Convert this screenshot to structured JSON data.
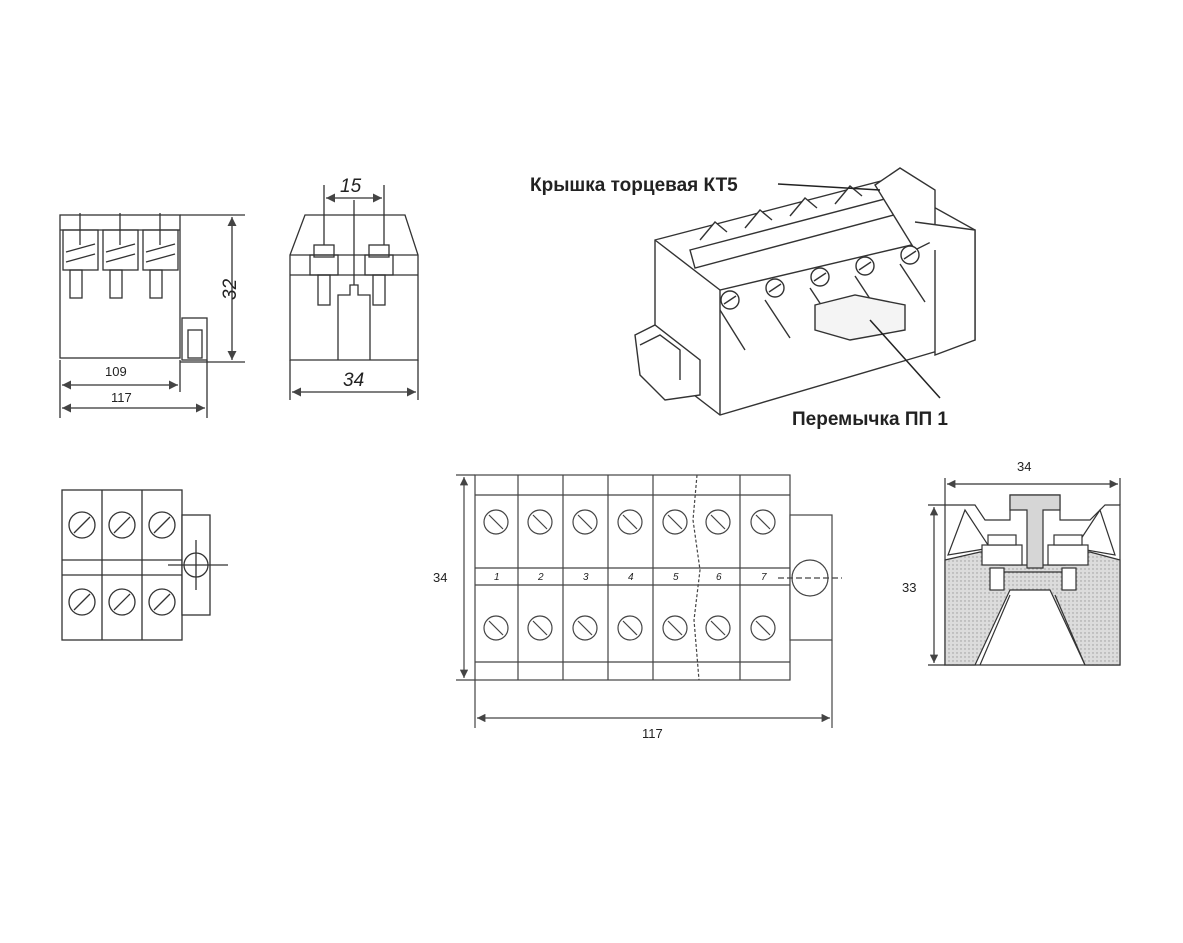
{
  "labels": {
    "end_cover": "Крышка торцевая КТ5",
    "jumper": "Перемычка ПП 1"
  },
  "dimensions": {
    "side_view_inner_width": "109",
    "side_view_width": "117",
    "side_view_height": "32",
    "front_view_pitch": "15",
    "front_view_width": "34",
    "plan_view_height": "34",
    "plan_view_width": "117",
    "section_view_width": "34",
    "section_view_height": "33"
  },
  "strip_numbers": [
    "1",
    "2",
    "3",
    "4",
    "5",
    "6",
    "7"
  ],
  "colors": {
    "line": "#333333",
    "fill_gray": "#e0e0e0",
    "fill_dark": "#cfcfcf"
  }
}
